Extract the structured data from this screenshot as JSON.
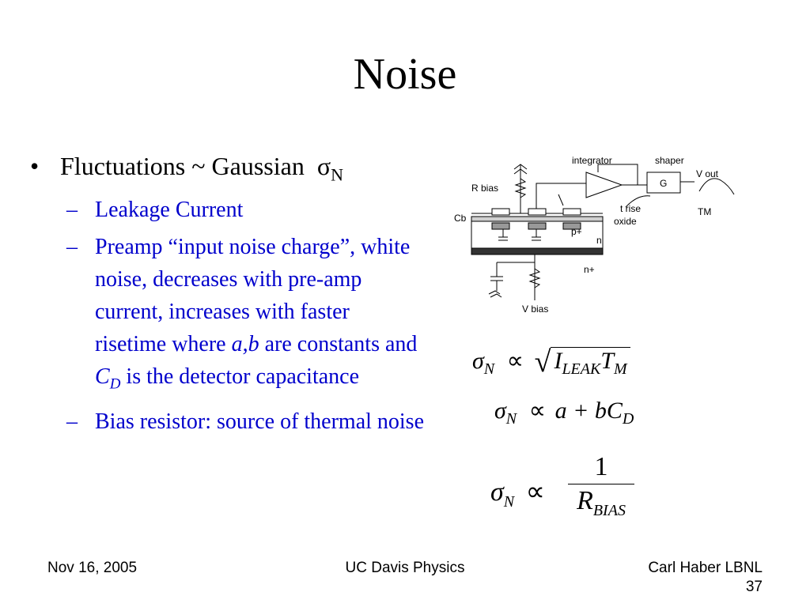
{
  "title": "Noise",
  "bullet": {
    "text": "Fluctuations ~ Gaussian",
    "sigma": "σ",
    "sigma_sub": "N"
  },
  "subbullets": {
    "leakage": "Leakage Current",
    "preamp_1": "Preamp “input noise charge”, white noise, decreases with pre-amp current, increases with faster risetime where ",
    "preamp_ab": "a,b",
    "preamp_2": " are constants and ",
    "preamp_c": "C",
    "preamp_c_sub": "D",
    "preamp_3": " is the detector capacitance",
    "bias": "Bias resistor: source of thermal noise"
  },
  "diagram": {
    "integrator": "integrator",
    "shaper": "shaper",
    "vout": "V out",
    "rbias": "R bias",
    "g": "G",
    "trise": "t rise",
    "oxide": "oxide",
    "tm": "TM",
    "cb": "Cb",
    "pplus": "p+",
    "n": "n",
    "nplus": "n+",
    "vbias": "V bias"
  },
  "equations": {
    "eq1": {
      "sigma": "σ",
      "sub": "N",
      "prop": "∝",
      "i": "I",
      "i_sub": "LEAK",
      "t": "T",
      "t_sub": "M"
    },
    "eq2": {
      "sigma": "σ",
      "sub": "N",
      "prop": "∝",
      "rhs": "a + bC",
      "rhs_sub": "D"
    },
    "eq3": {
      "sigma": "σ",
      "sub": "N",
      "prop": "∝",
      "num": "1",
      "den": "R",
      "den_sub": "BIAS"
    }
  },
  "footer": {
    "date": "Nov 16, 2005",
    "venue": "UC Davis Physics",
    "author": "Carl Haber LBNL",
    "page": "37"
  }
}
